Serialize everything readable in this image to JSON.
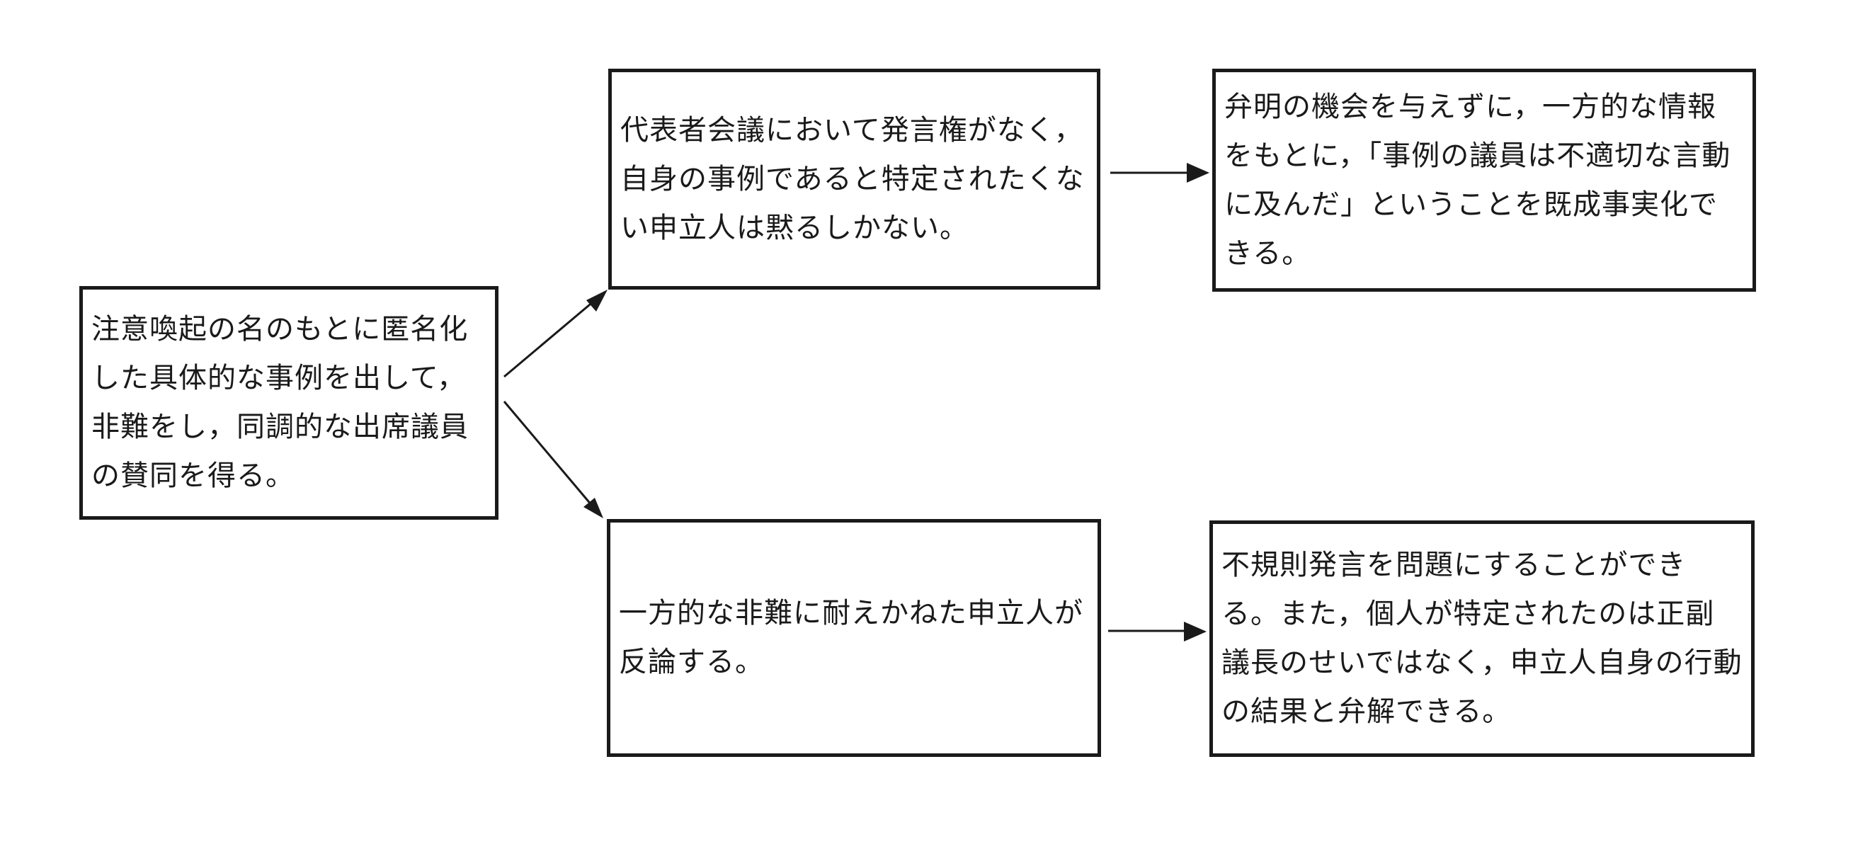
{
  "nodes": {
    "start": {
      "text": "注意喚起の名のもとに匿名化した具体的な事例を出して，非難をし，同調的な出席議員の賛同を得る。"
    },
    "top_middle": {
      "text": "代表者会議において発言権がなく，自身の事例であると特定されたくない申立人は黙るしかない。"
    },
    "top_end": {
      "text": "弁明の機会を与えずに，一方的な情報をもとに，「事例の議員は不適切な言動に及んだ」ということを既成事実化できる。"
    },
    "bottom_middle": {
      "text": "一方的な非難に耐えかねた申立人が反論する。"
    },
    "bottom_end": {
      "text": "不規則発言を問題にすることができる。また，個人が特定されたのは正副議長のせいではなく，申立人自身の行動の結果と弁解できる。"
    }
  },
  "edges": [
    {
      "from": "start",
      "to": "top_middle"
    },
    {
      "from": "start",
      "to": "bottom_middle"
    },
    {
      "from": "top_middle",
      "to": "top_end"
    },
    {
      "from": "bottom_middle",
      "to": "bottom_end"
    }
  ],
  "colors": {
    "stroke": "#1a1a1a",
    "background": "#ffffff"
  }
}
